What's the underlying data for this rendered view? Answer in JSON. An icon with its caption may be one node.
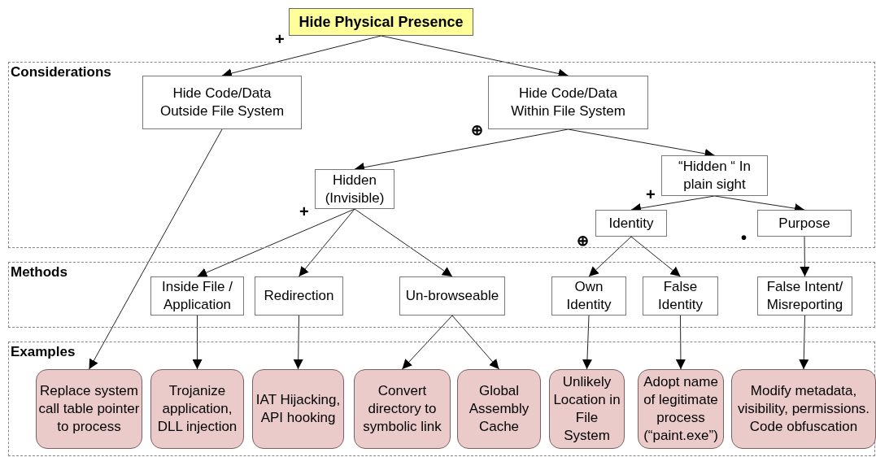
{
  "diagram": {
    "nodes": [
      {
        "text": [
          "Hide Physical Presence"
        ]
      },
      {
        "text": [
          "Considerations"
        ]
      },
      {
        "text": [
          "Hide Code/Data Outside File System"
        ],
        "in": 1
      },
      {
        "text": [
          "Hide Code/Data Within File System"
        ],
        "in": 1
      },
      {
        "text": [
          "Hidden (Invisible)"
        ],
        "in": 1
      },
      {
        "text": [
          "“Hidden “ In plain sight"
        ],
        "in": 1
      },
      {
        "text": [
          "Identity"
        ],
        "in": 1
      },
      {
        "text": [
          "Purpose"
        ],
        "in": 1
      },
      {
        "text": [
          "Methods"
        ]
      },
      {
        "text": [
          "Inside File / Application"
        ],
        "in": 8
      },
      {
        "text": [
          "Redirection"
        ],
        "in": 8
      },
      {
        "text": [
          "Un-browseable"
        ],
        "in": 8
      },
      {
        "text": [
          "Own Identity"
        ],
        "in": 8
      },
      {
        "text": [
          "False Identity"
        ],
        "in": 8
      },
      {
        "text": [
          "False Intent/ Misreporting"
        ],
        "in": 8
      },
      {
        "text": [
          "Examples"
        ]
      },
      {
        "text": [
          "Replace system call table pointer to process"
        ],
        "in": 15
      },
      {
        "text": [
          "Trojanize application, DLL injection"
        ],
        "in": 15
      },
      {
        "text": [
          "IAT Hijacking, API hooking"
        ],
        "in": 15
      },
      {
        "text": [
          "Convert directory to symbolic link"
        ],
        "in": 15
      },
      {
        "text": [
          "Global Assembly Cache"
        ],
        "in": 15
      },
      {
        "text": [
          "Unlikely Location in File System"
        ],
        "in": 15
      },
      {
        "text": [
          "Adopt name of legitimate process (“paint.exe”)"
        ],
        "in": 15
      },
      {
        "text": [
          "Modify metadata, visibility, permissions. Code obfuscation"
        ],
        "in": 15
      }
    ],
    "edges": [
      {
        "from": 0,
        "to": 2,
        "arrow": "to"
      },
      {
        "from": 0,
        "to": 3,
        "arrow": "to"
      },
      {
        "from": 3,
        "to": 4,
        "arrow": "to"
      },
      {
        "from": 3,
        "to": 5,
        "arrow": "to"
      },
      {
        "from": 5,
        "to": 6,
        "arrow": "to"
      },
      {
        "from": 5,
        "to": 7,
        "arrow": "to"
      },
      {
        "from": 2,
        "to": 16,
        "arrow": "to"
      },
      {
        "from": 4,
        "to": 9,
        "arrow": "to"
      },
      {
        "from": 4,
        "to": 10,
        "arrow": "to"
      },
      {
        "from": 4,
        "to": 11,
        "arrow": "to"
      },
      {
        "from": 6,
        "to": 12,
        "arrow": "to"
      },
      {
        "from": 6,
        "to": 13,
        "arrow": "to"
      },
      {
        "from": 7,
        "to": 14,
        "arrow": "to"
      },
      {
        "from": 9,
        "to": 17,
        "arrow": "to"
      },
      {
        "from": 10,
        "to": 18,
        "arrow": "to"
      },
      {
        "from": 11,
        "to": 19,
        "arrow": "to"
      },
      {
        "from": 11,
        "to": 20,
        "arrow": "to"
      },
      {
        "from": 12,
        "to": 21,
        "arrow": "to"
      },
      {
        "from": 13,
        "to": 22,
        "arrow": "to"
      },
      {
        "from": 14,
        "to": 23,
        "arrow": "to"
      }
    ],
    "labels": [
      "+",
      "⊕",
      "+",
      "+",
      "⊕",
      "•"
    ]
  }
}
